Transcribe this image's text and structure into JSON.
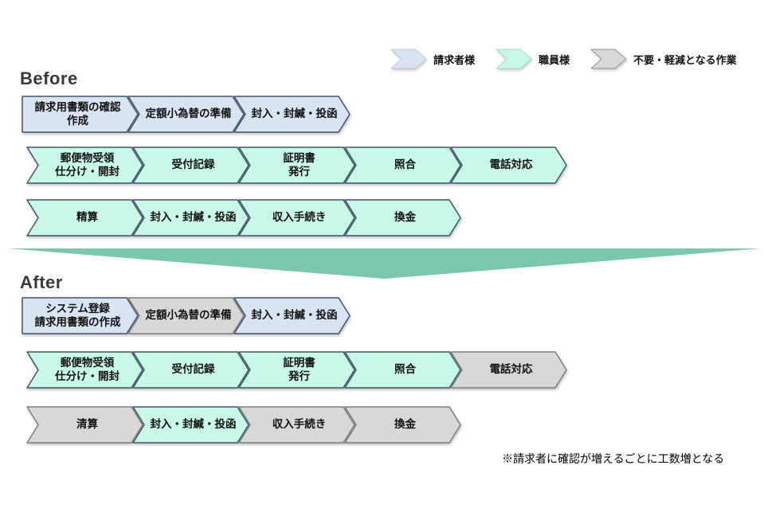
{
  "headings": {
    "before": "Before",
    "after": "After"
  },
  "legend": {
    "items": [
      {
        "label": "請求者様",
        "role": "requester",
        "color": "#D8E4F1"
      },
      {
        "label": "職員様",
        "role": "staff",
        "color": "#C8F8E8"
      },
      {
        "label": "不要・軽減となる作業",
        "role": "reduced",
        "color": "#D8D8D8"
      }
    ]
  },
  "before": {
    "rows": [
      {
        "actor": "requester",
        "steps": [
          {
            "label": "請求用書類の確認\n作成"
          },
          {
            "label": "定額小為替の準備"
          },
          {
            "label": "封入・封緘・投函"
          }
        ]
      },
      {
        "actor": "staff",
        "steps": [
          {
            "label": "郵便物受領\n仕分け・開封"
          },
          {
            "label": "受付記録"
          },
          {
            "label": "証明書\n発行"
          },
          {
            "label": "照合"
          },
          {
            "label": "電話対応"
          }
        ]
      },
      {
        "actor": "staff",
        "steps": [
          {
            "label": "精算"
          },
          {
            "label": "封入・封緘・投函"
          },
          {
            "label": "収入手続き"
          },
          {
            "label": "換金"
          }
        ]
      }
    ]
  },
  "after": {
    "rows": [
      {
        "steps": [
          {
            "label": "システム登録\n請求用書類の作成",
            "actor": "requester"
          },
          {
            "label": "定額小為替の準備",
            "actor": "reduced"
          },
          {
            "label": "封入・封緘・投函",
            "actor": "requester"
          }
        ]
      },
      {
        "steps": [
          {
            "label": "郵便物受領\n仕分け・開封",
            "actor": "staff"
          },
          {
            "label": "受付記録",
            "actor": "staff"
          },
          {
            "label": "証明書\n発行",
            "actor": "staff"
          },
          {
            "label": "照合",
            "actor": "staff"
          },
          {
            "label": "電話対応",
            "actor": "reduced"
          }
        ]
      },
      {
        "steps": [
          {
            "label": "清算",
            "actor": "reduced"
          },
          {
            "label": "封入・封緘・投函",
            "actor": "staff"
          },
          {
            "label": "収入手続き",
            "actor": "reduced"
          },
          {
            "label": "換金",
            "actor": "reduced"
          }
        ]
      }
    ]
  },
  "note": "※請求者に確認が増えるごとに工数増となる",
  "colors": {
    "requester": "#D8E4F1",
    "staff": "#C8F8E8",
    "reduced": "#D8D8D8",
    "transition_arrow": "#7CC5AE",
    "dark_border": "#44546A",
    "gray_border": "#7F7F7F"
  }
}
